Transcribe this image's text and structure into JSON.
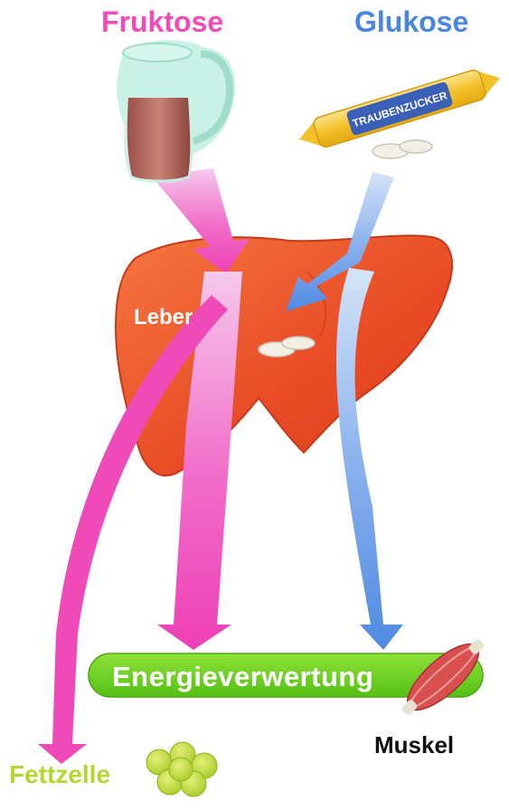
{
  "colors": {
    "fructose": "#f24bb8",
    "glucose": "#4a86e0",
    "energy": "#6fd21e",
    "fat": "#b2d830",
    "liver": "#e84a25"
  },
  "labels": {
    "fruktose": "Fruktose",
    "glukose": "Glukose",
    "leber": "Leber",
    "energie": "Energieverwertung",
    "muskel": "Muskel",
    "fettzelle": "Fettzelle",
    "candy_text": "TRAUBENZUCKER"
  },
  "icons": [
    "pitcher-icon",
    "glucose-candy-roll-icon",
    "glucose-tablet-icon",
    "liver-icon",
    "muscle-icon",
    "fat-cell-icon"
  ]
}
